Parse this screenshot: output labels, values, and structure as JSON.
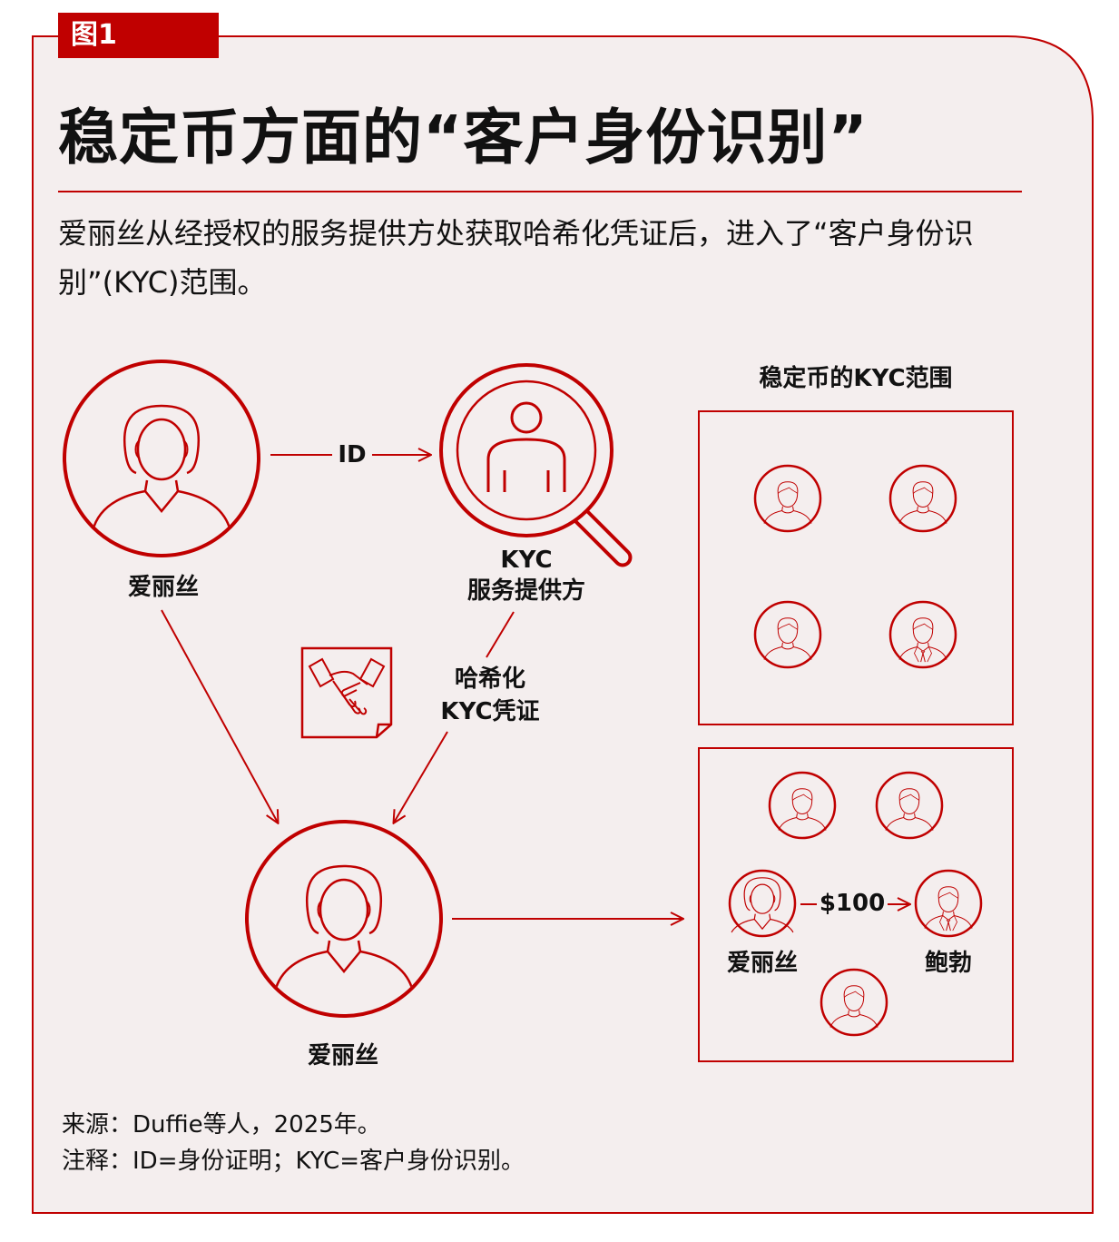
{
  "figure": {
    "badge": "图1",
    "title": "稳定币方面的“客户身份识别”",
    "subtitle": "爱丽丝从经授权的服务提供方处获取哈希化凭证后，进入了“客户身份识别”(KYC)范围。"
  },
  "diagram": {
    "alice_label_top": "爱丽丝",
    "alice_label_bottom": "爱丽丝",
    "arrow_id_label": "ID",
    "kyc_provider_label": "KYC\n服务提供方",
    "hashed_credential_label": "哈希化\nKYC凭证",
    "stablecoin_scope_label": "稳定币的KYC范围",
    "transfer_amount": "$100",
    "sender_label": "爱丽丝",
    "receiver_label": "鲍勃"
  },
  "footer": {
    "source": "来源：Duffie等人，2025年。",
    "note": "注释：ID=身份证明；KYC=客户身份识别。"
  },
  "colors": {
    "accent": "#c00000",
    "panel_background": "#f4eeee",
    "text": "#111111"
  }
}
